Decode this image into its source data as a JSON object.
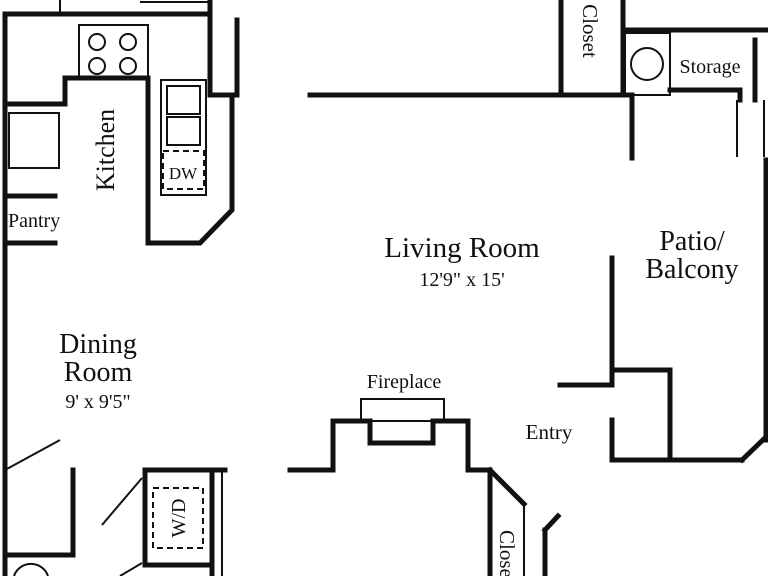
{
  "rooms": {
    "kitchen": {
      "label": "Kitchen"
    },
    "pantry": {
      "label": "Pantry"
    },
    "living": {
      "label": "Living Room",
      "dims": "12'9\" x 15'"
    },
    "dining": {
      "label_line1": "Dining",
      "label_line2": "Room",
      "dims": "9' x 9'5\""
    },
    "patio": {
      "label_line1": "Patio/",
      "label_line2": "Balcony"
    },
    "storage": {
      "label": "Storage"
    },
    "closet_top": {
      "label": "Closet"
    },
    "closet_bottom": {
      "label": "Closet"
    },
    "entry": {
      "label": "Entry"
    }
  },
  "fixtures": {
    "fireplace": {
      "label": "Fireplace"
    },
    "dishwasher": {
      "label": "DW"
    },
    "washer_dryer": {
      "label": "W/D"
    }
  },
  "colors": {
    "ink": "#111111",
    "background": "#ffffff"
  }
}
